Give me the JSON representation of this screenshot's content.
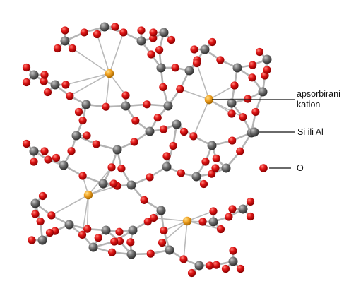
{
  "labels": {
    "cation_line1": "apsorbirani",
    "cation_line2": "kation",
    "si_al": "Si ili Al",
    "oxygen": "O"
  },
  "colors": {
    "oxygen": "#e01616",
    "silicon_aluminum": "#6e6e6e",
    "cation": "#f0a020",
    "bond": "#b4b4b4",
    "leader": "#111111"
  }
}
